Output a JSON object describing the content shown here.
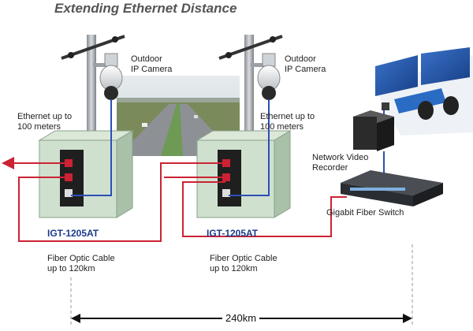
{
  "title": "Extending Ethernet Distance",
  "cameras": [
    {
      "label": "Outdoor\nIP Camera",
      "ethernet_note": "Ethernet up to\n100 meters",
      "model": "IGT-1205AT",
      "fiber_note": "Fiber Optic Cable\nup to 120km"
    },
    {
      "label": "Outdoor\nIP Camera",
      "ethernet_note": "Ethernet up to\n100 meters",
      "model": "IGT-1205AT",
      "fiber_note": "Fiber Optic Cable\nup to 120km"
    }
  ],
  "nvr_label": "Network Video\nRecorder",
  "switch_label": "Gigabit Fiber Switch",
  "distance_label": "240km",
  "colors": {
    "ethernet": "#2b4fb8",
    "fiber": "#cc2233",
    "cabinet": "#cfe0cf",
    "model_text": "#1a3a8c"
  }
}
